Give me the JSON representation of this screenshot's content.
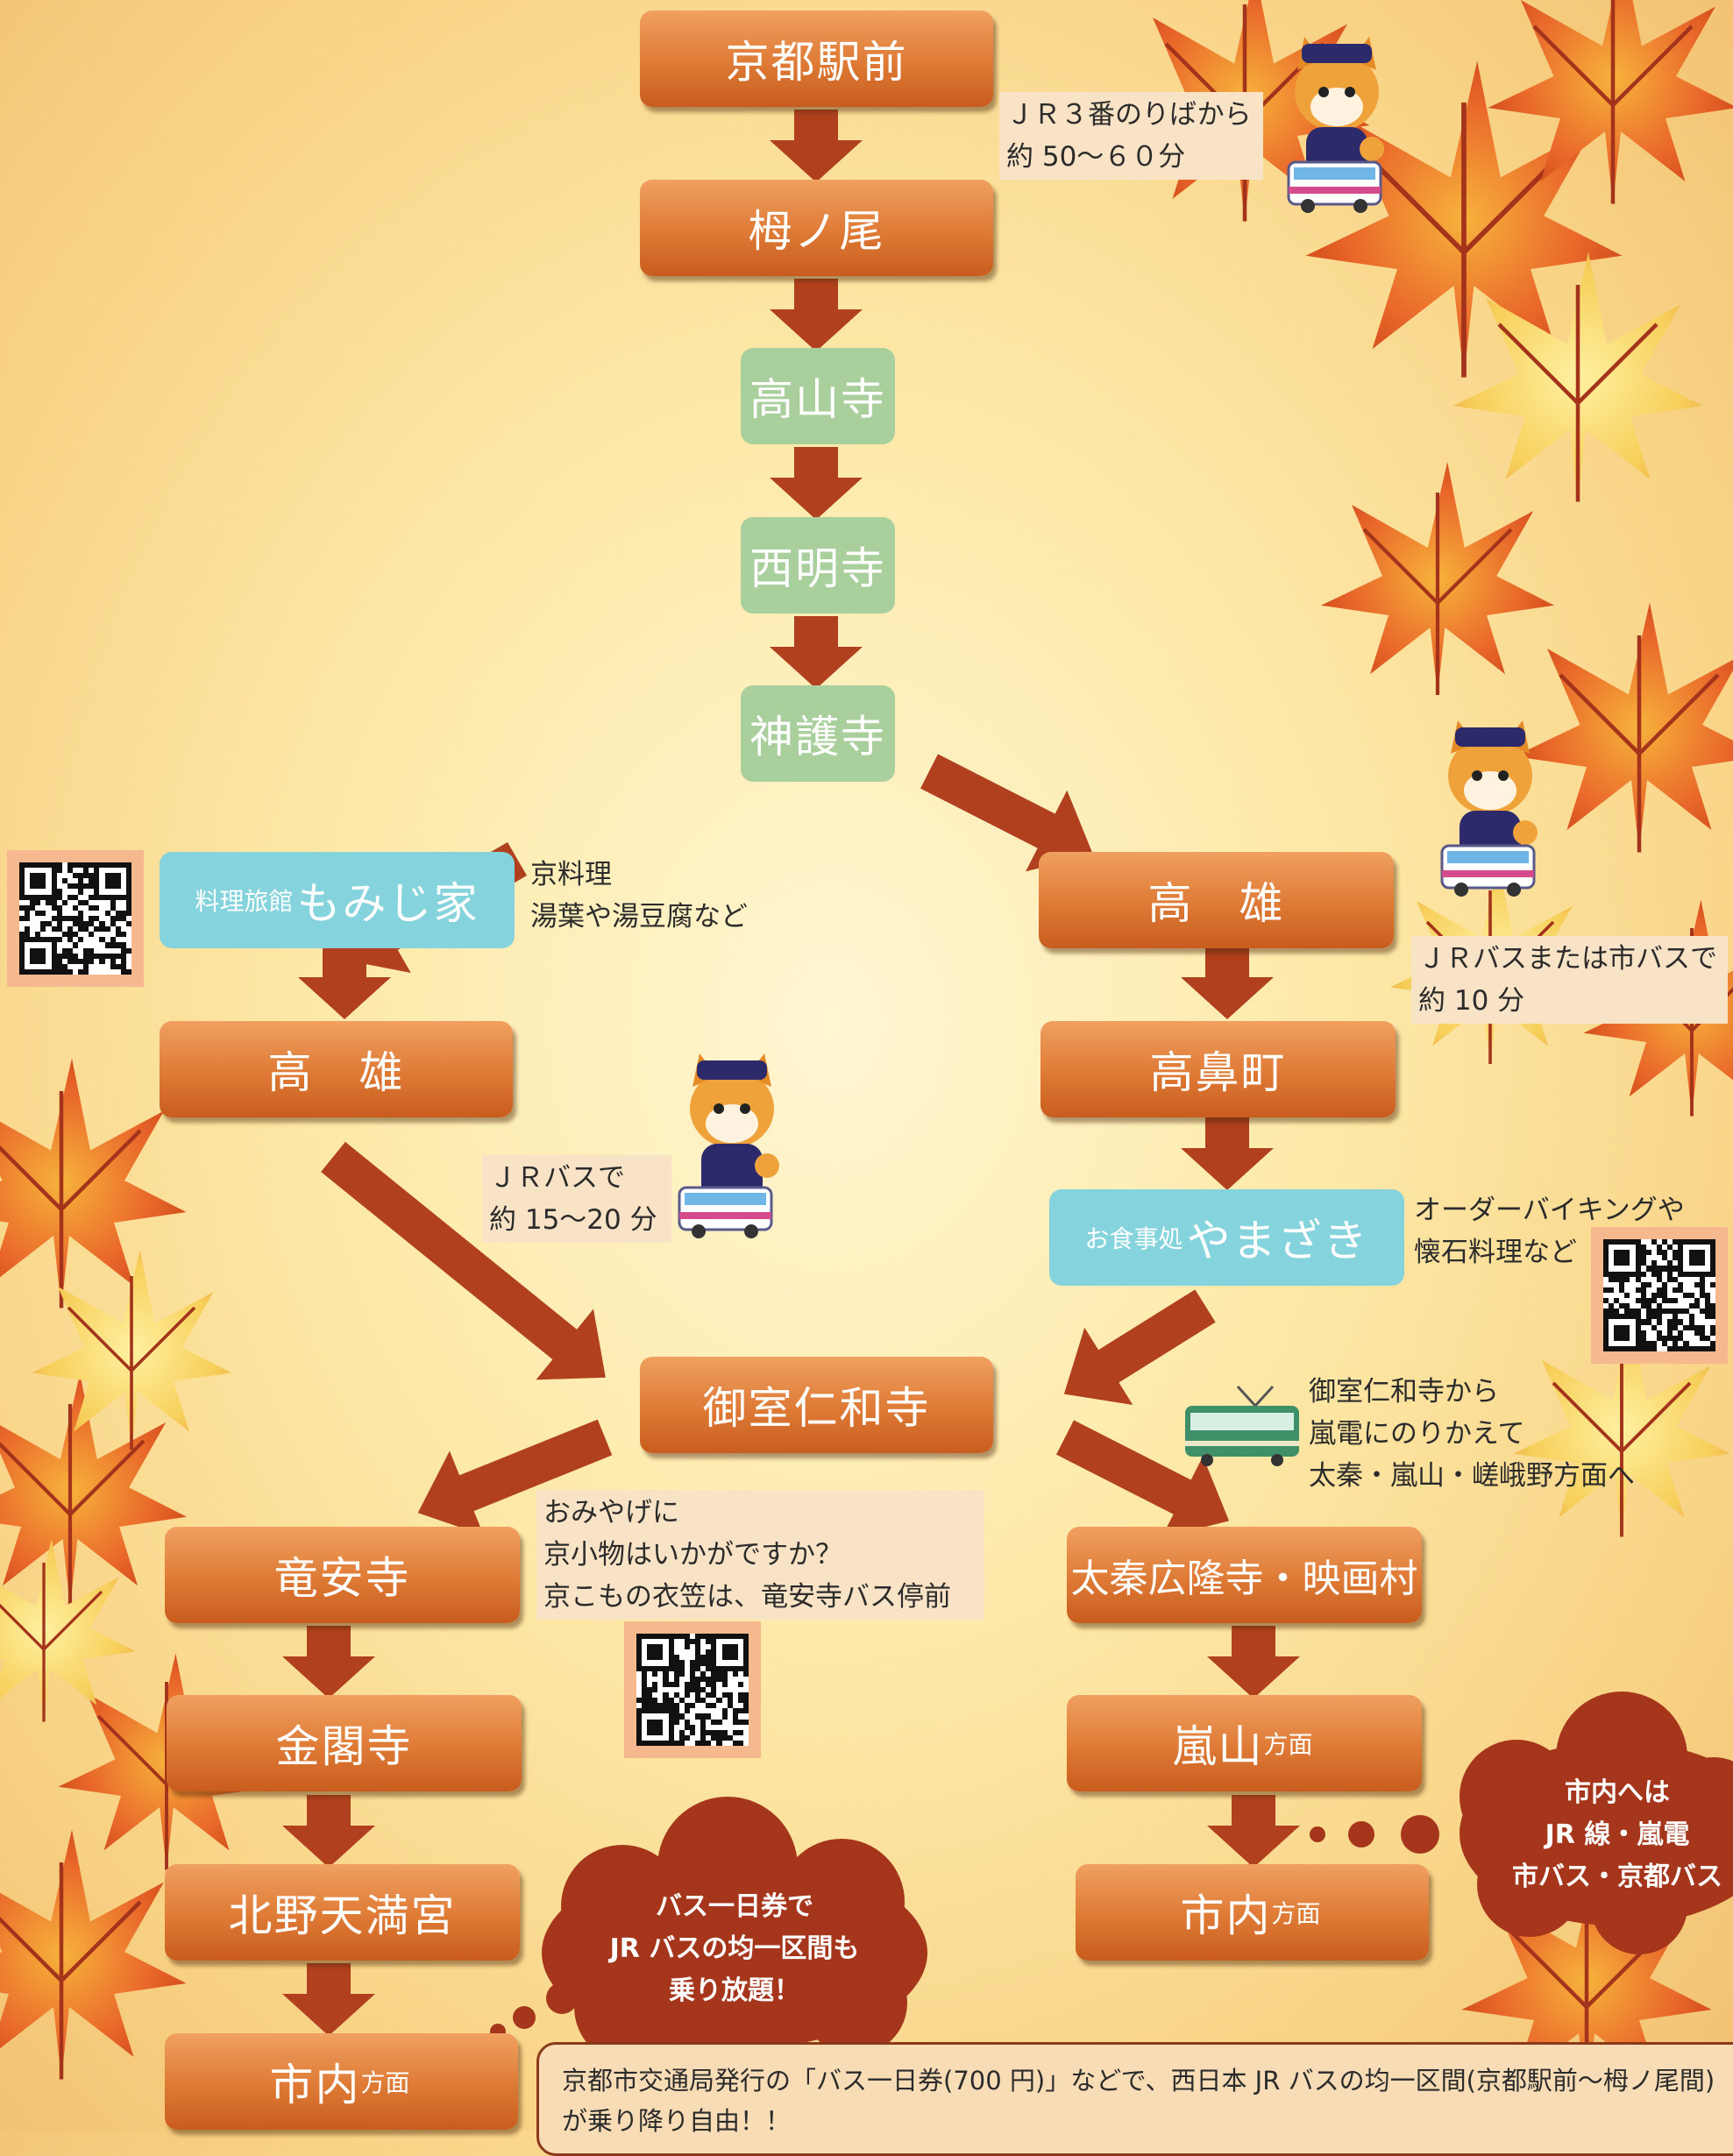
{
  "colors": {
    "node_orange": "#de7a35",
    "node_green": "#a9cf9d",
    "node_cyan": "#85d3dc",
    "arrow": "#b0401e",
    "cloud": "#a5361b",
    "note_bg": "#f9e3c6"
  },
  "nodes": {
    "kyoto_ekimae": "京都駅前",
    "toganoo": "栂ノ尾",
    "kozanji": "高山寺",
    "saimyoji": "西明寺",
    "jingoji": "神護寺",
    "momijiya_prefix": "料理旅館",
    "momijiya": "もみじ家",
    "takao_left": "高　雄",
    "takao_right": "高　雄",
    "takahanacho": "高鼻町",
    "yamazaki_prefix": "お食事処",
    "yamazaki": "やまざき",
    "ninnaji": "御室仁和寺",
    "ryoanji": "竜安寺",
    "kinkakuji": "金閣寺",
    "kitano": "北野天満宮",
    "shinai_left": "市内",
    "shinai_left_suffix": "方面",
    "uzumasa": "太秦広隆寺・映画村",
    "arashiyama": "嵐山",
    "arashiyama_suffix": "方面",
    "shinai_right": "市内",
    "shinai_right_suffix": "方面"
  },
  "notes": {
    "jr3": [
      "ＪＲ３番のりばから",
      "約 50〜６０分"
    ],
    "momijiya_info": [
      "京料理",
      "湯葉や湯豆腐など"
    ],
    "jrbus_shibus": [
      "ＪＲバスまたは市バスで",
      "約 10 分"
    ],
    "jrbus_15": [
      "ＪＲバスで",
      "約 15〜20 分"
    ],
    "yamazaki_info": [
      "オーダーバイキングや",
      "懐石料理など"
    ],
    "randen": [
      "御室仁和寺から",
      "嵐電にのりかえて",
      "太秦・嵐山・嵯峨野方面へ"
    ],
    "omiyage": [
      "おみやげに",
      "京小物はいかがですか？",
      "京こもの衣笠は、竜安寺バス停前"
    ]
  },
  "clouds": {
    "bus_pass": [
      "バス一日券で",
      "JR バスの均一区間も",
      "乗り放題！"
    ],
    "city": [
      "市内へは",
      "JR 線・嵐電",
      "市バス・京都バス"
    ]
  },
  "bottom_note": [
    "京都市交通局発行の「バス一日券(700 円)」などで、西日本 JR バスの均一区間(京都駅前〜栂ノ尾間)",
    "が乗り降り自由！！"
  ],
  "icons": {
    "mascot": "shiba-dog-conductor-mascot",
    "bus": "bus-icon",
    "tram": "randen-tram-icon",
    "qr": "qr-code"
  }
}
